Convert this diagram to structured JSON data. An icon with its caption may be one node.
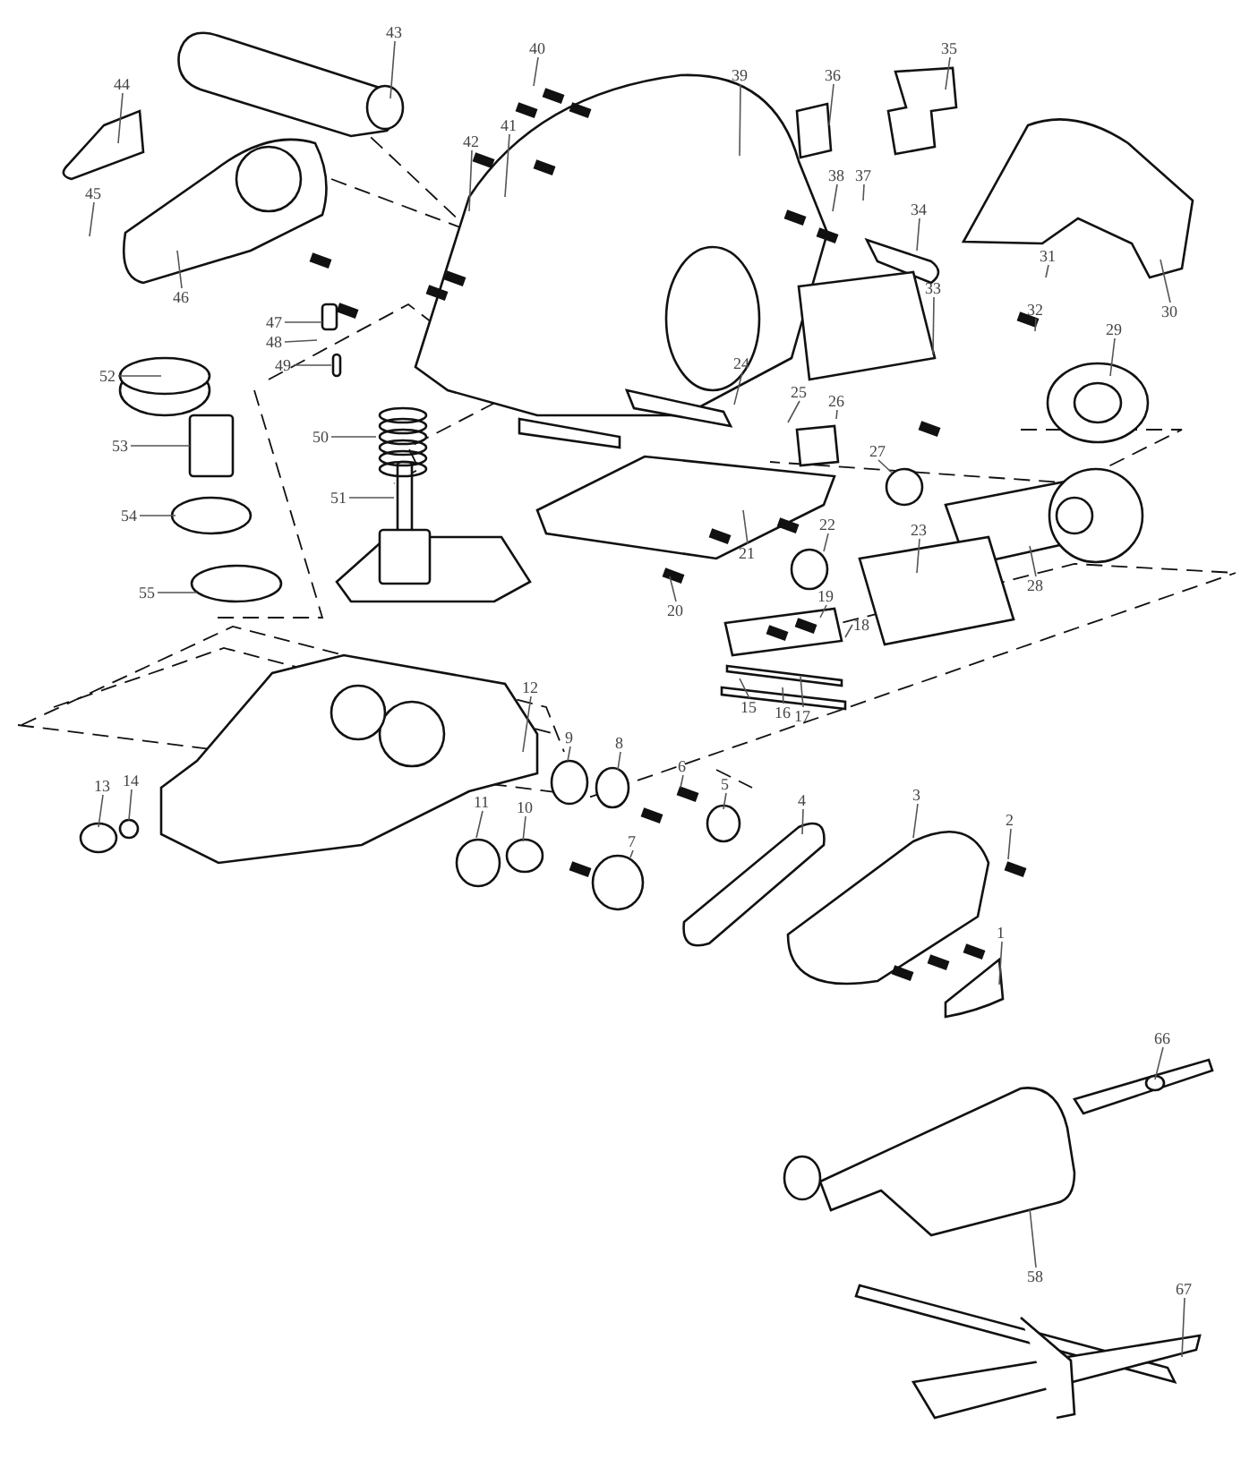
{
  "diagram": {
    "nodes": [
      {
        "text": [
          "43"
        ]
      },
      {
        "text": [
          "40"
        ]
      },
      {
        "text": [
          "44"
        ]
      },
      {
        "text": [
          "45"
        ]
      },
      {
        "text": [
          "42"
        ]
      },
      {
        "text": [
          "41"
        ]
      },
      {
        "text": [
          "46"
        ]
      },
      {
        "text": [
          "47"
        ]
      },
      {
        "text": [
          "48"
        ]
      },
      {
        "text": [
          "49"
        ]
      },
      {
        "text": [
          "39"
        ]
      },
      {
        "text": [
          "36"
        ]
      },
      {
        "text": [
          "35"
        ]
      },
      {
        "text": [
          "38"
        ]
      },
      {
        "text": [
          "37"
        ]
      },
      {
        "text": [
          "34"
        ]
      },
      {
        "text": [
          "31"
        ]
      },
      {
        "text": [
          "30"
        ]
      },
      {
        "text": [
          "32"
        ]
      },
      {
        "text": [
          "33"
        ]
      },
      {
        "text": [
          "29"
        ]
      },
      {
        "text": [
          "52"
        ]
      },
      {
        "text": [
          "53"
        ]
      },
      {
        "text": [
          "54"
        ]
      },
      {
        "text": [
          "55"
        ]
      },
      {
        "text": [
          "50"
        ]
      },
      {
        "text": [
          "51"
        ]
      },
      {
        "text": [
          "24"
        ]
      },
      {
        "text": [
          "25"
        ]
      },
      {
        "text": [
          "26"
        ]
      },
      {
        "text": [
          "27"
        ]
      },
      {
        "text": [
          "21"
        ]
      },
      {
        "text": [
          "20"
        ]
      },
      {
        "text": [
          "22"
        ]
      },
      {
        "text": [
          "23"
        ]
      },
      {
        "text": [
          "28"
        ]
      },
      {
        "text": [
          "19"
        ]
      },
      {
        "text": [
          "18"
        ]
      },
      {
        "text": [
          "15"
        ]
      },
      {
        "text": [
          "16"
        ]
      },
      {
        "text": [
          "17"
        ]
      },
      {
        "text": [
          "12"
        ]
      },
      {
        "text": [
          "9"
        ]
      },
      {
        "text": [
          "8"
        ]
      },
      {
        "text": [
          "6"
        ]
      },
      {
        "text": [
          "5"
        ]
      },
      {
        "text": [
          "4"
        ]
      },
      {
        "text": [
          "3"
        ]
      },
      {
        "text": [
          "2"
        ]
      },
      {
        "text": [
          "11"
        ]
      },
      {
        "text": [
          "10"
        ]
      },
      {
        "text": [
          "7"
        ]
      },
      {
        "text": [
          "13"
        ]
      },
      {
        "text": [
          "14"
        ]
      },
      {
        "text": [
          "1"
        ]
      },
      {
        "text": [
          "66"
        ]
      },
      {
        "text": [
          "58"
        ]
      },
      {
        "text": [
          "67"
        ]
      }
    ],
    "edges": [
      {
        "from": 0,
        "to": null,
        "arrow": "none"
      },
      {
        "from": 1,
        "to": null,
        "arrow": "none"
      },
      {
        "from": 2,
        "to": null,
        "arrow": "none"
      },
      {
        "from": 3,
        "to": null,
        "arrow": "none"
      },
      {
        "from": 4,
        "to": null,
        "arrow": "none"
      },
      {
        "from": 5,
        "to": null,
        "arrow": "none"
      },
      {
        "from": 6,
        "to": null,
        "arrow": "none"
      },
      {
        "from": 7,
        "to": null,
        "arrow": "none"
      },
      {
        "from": 8,
        "to": null,
        "arrow": "none"
      },
      {
        "from": 9,
        "to": null,
        "arrow": "none"
      },
      {
        "from": 10,
        "to": null,
        "arrow": "none"
      },
      {
        "from": 11,
        "to": null,
        "arrow": "none"
      },
      {
        "from": 12,
        "to": null,
        "arrow": "none"
      },
      {
        "from": 13,
        "to": null,
        "arrow": "none"
      },
      {
        "from": 14,
        "to": null,
        "arrow": "none"
      },
      {
        "from": 15,
        "to": null,
        "arrow": "none"
      },
      {
        "from": 16,
        "to": null,
        "arrow": "none"
      },
      {
        "from": 17,
        "to": null,
        "arrow": "none"
      },
      {
        "from": 18,
        "to": null,
        "arrow": "none"
      },
      {
        "from": 19,
        "to": null,
        "arrow": "none"
      },
      {
        "from": 20,
        "to": null,
        "arrow": "none"
      },
      {
        "from": 21,
        "to": null,
        "arrow": "none"
      },
      {
        "from": 22,
        "to": null,
        "arrow": "none"
      },
      {
        "from": 23,
        "to": null,
        "arrow": "none"
      },
      {
        "from": 24,
        "to": null,
        "arrow": "none"
      },
      {
        "from": 25,
        "to": null,
        "arrow": "none"
      },
      {
        "from": 26,
        "to": null,
        "arrow": "none"
      },
      {
        "from": 27,
        "to": null,
        "arrow": "none"
      },
      {
        "from": 28,
        "to": null,
        "arrow": "none"
      },
      {
        "from": 29,
        "to": null,
        "arrow": "none"
      },
      {
        "from": 30,
        "to": null,
        "arrow": "none"
      },
      {
        "from": 31,
        "to": null,
        "arrow": "none"
      },
      {
        "from": 32,
        "to": null,
        "arrow": "none"
      },
      {
        "from": 33,
        "to": null,
        "arrow": "none"
      },
      {
        "from": 34,
        "to": null,
        "arrow": "none"
      },
      {
        "from": 35,
        "to": null,
        "arrow": "none"
      },
      {
        "from": 36,
        "to": null,
        "arrow": "none"
      },
      {
        "from": 37,
        "to": null,
        "arrow": "none"
      },
      {
        "from": 38,
        "to": null,
        "arrow": "none"
      },
      {
        "from": 39,
        "to": null,
        "arrow": "none"
      },
      {
        "from": 40,
        "to": null,
        "arrow": "none"
      },
      {
        "from": 41,
        "to": null,
        "arrow": "none"
      },
      {
        "from": 42,
        "to": null,
        "arrow": "none"
      },
      {
        "from": 43,
        "to": null,
        "arrow": "none"
      },
      {
        "from": 44,
        "to": null,
        "arrow": "none"
      },
      {
        "from": 45,
        "to": null,
        "arrow": "none"
      },
      {
        "from": 46,
        "to": null,
        "arrow": "none"
      },
      {
        "from": 47,
        "to": null,
        "arrow": "none"
      },
      {
        "from": 48,
        "to": null,
        "arrow": "none"
      },
      {
        "from": 49,
        "to": null,
        "arrow": "none"
      },
      {
        "from": 50,
        "to": null,
        "arrow": "none"
      },
      {
        "from": 51,
        "to": null,
        "arrow": "none"
      },
      {
        "from": 52,
        "to": null,
        "arrow": "none"
      },
      {
        "from": 53,
        "to": null,
        "arrow": "none"
      },
      {
        "from": 54,
        "to": null,
        "arrow": "none"
      },
      {
        "from": 55,
        "to": null,
        "arrow": "none"
      },
      {
        "from": 56,
        "to": null,
        "arrow": "none"
      },
      {
        "from": 57,
        "to": null,
        "arrow": "none"
      }
    ]
  }
}
